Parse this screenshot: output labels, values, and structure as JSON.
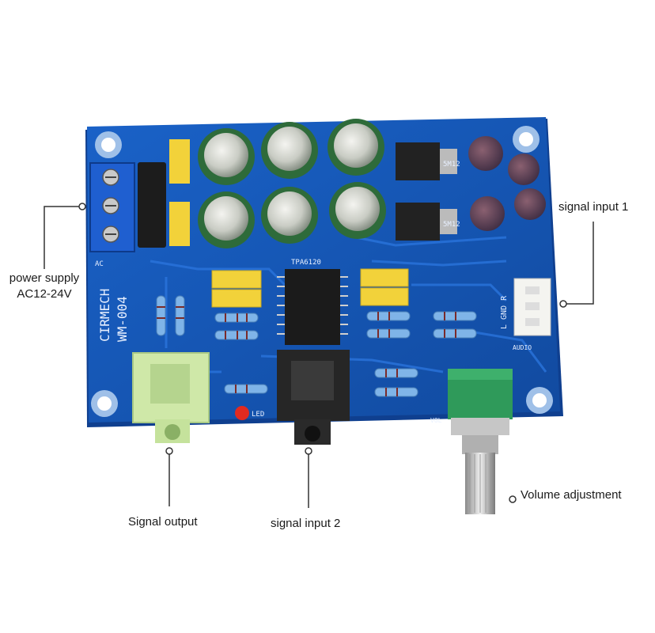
{
  "board": {
    "brand": "CIRMECH",
    "model": "WM-004",
    "chip_label": "TPA6120",
    "input_silk": "AUDIO",
    "lgr_silk": "L GND R",
    "vol_silk": "VOL",
    "led_silk": "LED",
    "ac_silk": "AC",
    "reg_silk": "5M12",
    "colors": {
      "pcb": "#1656b8",
      "pcb_edge": "#0f3f8f",
      "cap_green": "#2e6b3a",
      "film_cap": "#f2d23a",
      "terminal": "#1f5fd0",
      "jack_green": "#cfe8a8",
      "pot_green": "#2f9a5a"
    }
  },
  "callouts": {
    "power_line1": "power supply",
    "power_line2": "AC12-24V",
    "signal_input_1": "signal input 1",
    "signal_output": "Signal output",
    "signal_input_2": "signal input 2",
    "volume_adjustment": "Volume adjustment"
  }
}
